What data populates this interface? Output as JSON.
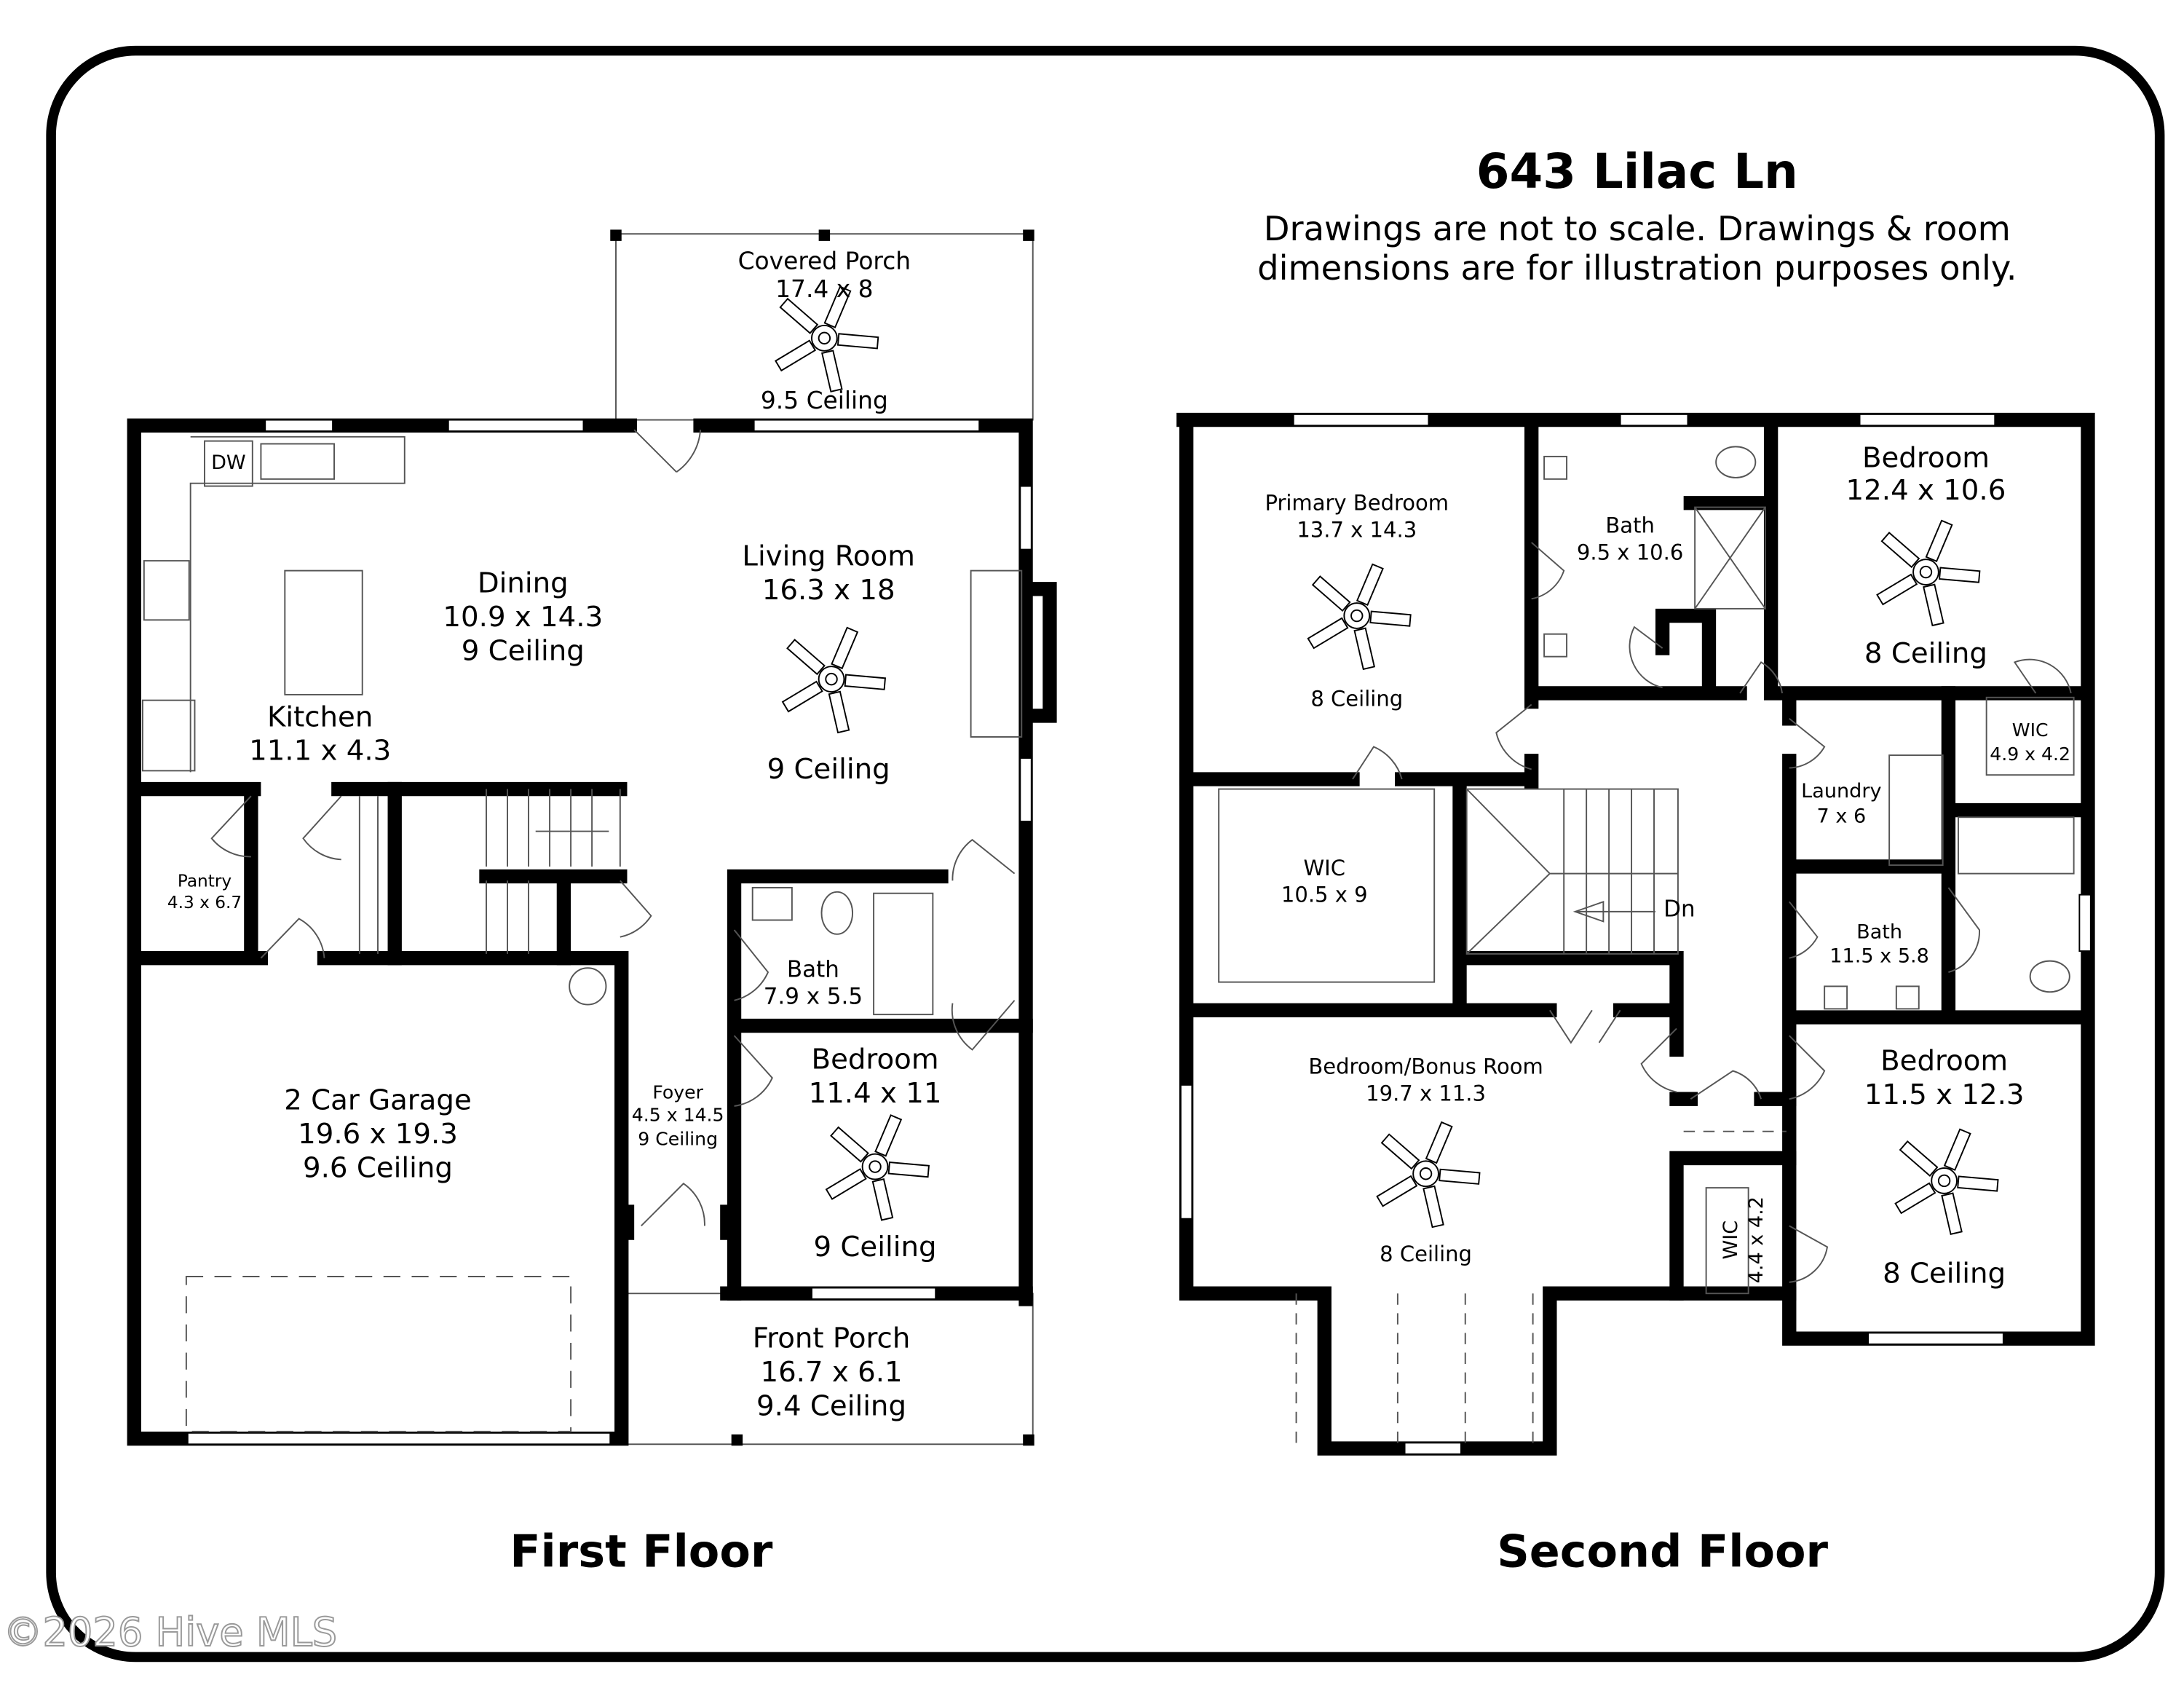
{
  "header": {
    "address": "643 Lilac Ln",
    "disclaimer_line1": "Drawings are not to scale. Drawings & room",
    "disclaimer_line2": "dimensions are for illustration purposes only."
  },
  "floors": [
    {
      "title": "First Floor",
      "appliance_label": "DW",
      "rooms": [
        {
          "name": "Covered Porch",
          "dims": "17.4 x 8",
          "ceiling": "9.5 Ceiling"
        },
        {
          "name": "Dining",
          "dims": "10.9 x 14.3",
          "ceiling": "9 Ceiling"
        },
        {
          "name": "Living Room",
          "dims": "16.3 x 18",
          "ceiling": "9 Ceiling"
        },
        {
          "name": "Kitchen",
          "dims": "11.1 x 4.3"
        },
        {
          "name": "Pantry",
          "dims": "4.3 x 6.7"
        },
        {
          "name": "Bath",
          "dims": "7.9 x 5.5"
        },
        {
          "name": "Bedroom",
          "dims": "11.4 x 11",
          "ceiling": "9 Ceiling"
        },
        {
          "name": "Foyer",
          "dims": "4.5 x 14.5",
          "ceiling": "9 Ceiling"
        },
        {
          "name": "2 Car Garage",
          "dims": "19.6 x 19.3",
          "ceiling": "9.6 Ceiling"
        },
        {
          "name": "Front Porch",
          "dims": "16.7 x 6.1",
          "ceiling": "9.4 Ceiling"
        }
      ]
    },
    {
      "title": "Second Floor",
      "stairs_label": "Dn",
      "rooms": [
        {
          "name": "Primary Bedroom",
          "dims": "13.7 x 14.3",
          "ceiling": "8 Ceiling"
        },
        {
          "name": "Bath",
          "dims": "9.5 x 10.6"
        },
        {
          "name": "Bedroom",
          "dims": "12.4 x 10.6",
          "ceiling": "8 Ceiling"
        },
        {
          "name": "WIC",
          "dims": "4.9 x 4.2"
        },
        {
          "name": "Laundry",
          "dims": "7 x 6"
        },
        {
          "name": "WIC",
          "dims": "10.5 x 9"
        },
        {
          "name": "Bath",
          "dims": "11.5 x 5.8"
        },
        {
          "name": "Bedroom/Bonus Room",
          "dims": "19.7 x 11.3",
          "ceiling": "8 Ceiling"
        },
        {
          "name": "Bedroom",
          "dims": "11.5 x 12.3",
          "ceiling": "8 Ceiling"
        },
        {
          "name": "WIC",
          "dims": "4.4 x 4.2"
        }
      ]
    }
  ],
  "watermark": "©2026 Hive MLS",
  "icons": [
    "ceiling-fan-icon",
    "door-swing-icon",
    "toilet-icon",
    "sink-icon",
    "stove-icon",
    "water-heater-icon"
  ]
}
